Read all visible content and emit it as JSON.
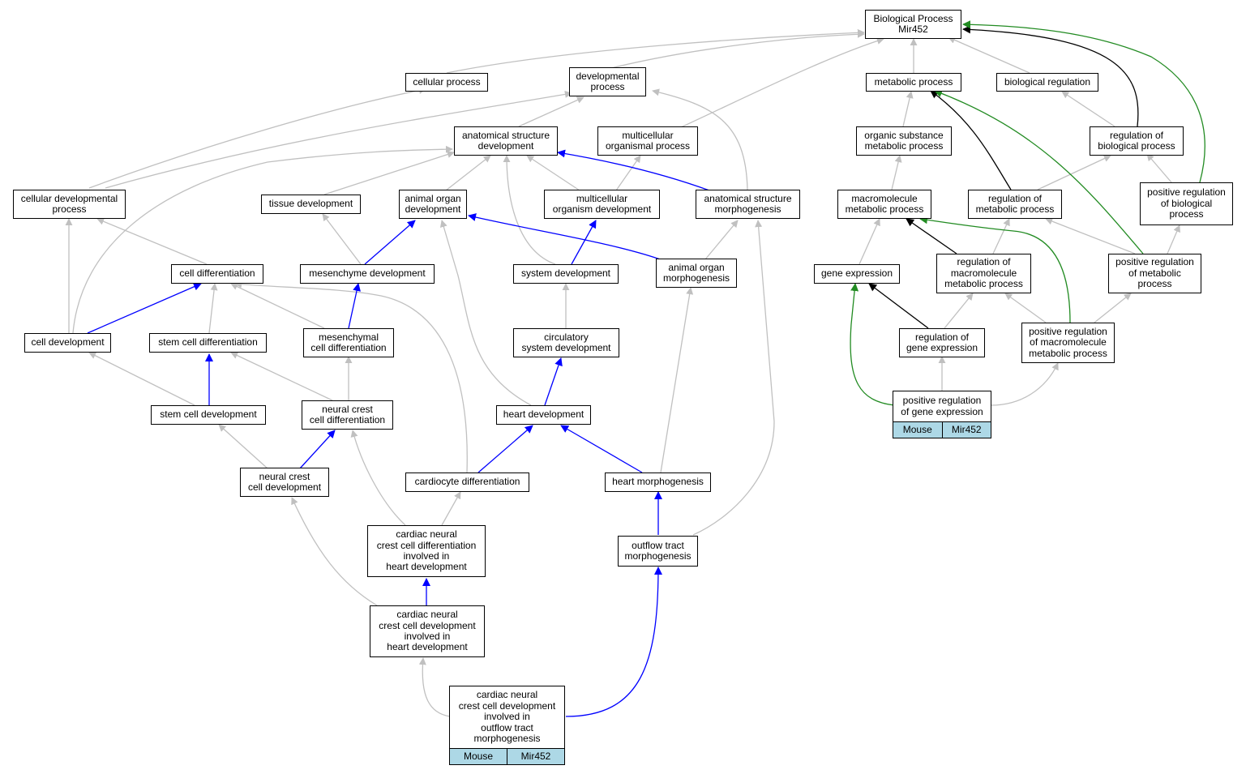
{
  "colors": {
    "is_a": "#c0c0c0",
    "part_of": "#0000ff",
    "regulates": "#000000",
    "positively_regulates": "#228b22"
  },
  "nodes": [
    {
      "id": "bp",
      "lines": [
        "Biological Process",
        "Mir452"
      ]
    },
    {
      "id": "cp",
      "lines": [
        "cellular process"
      ]
    },
    {
      "id": "dp",
      "lines": [
        "developmental",
        "process"
      ]
    },
    {
      "id": "mp",
      "lines": [
        "metabolic process"
      ]
    },
    {
      "id": "br",
      "lines": [
        "biological regulation"
      ]
    },
    {
      "id": "asd",
      "lines": [
        "anatomical structure",
        "development"
      ]
    },
    {
      "id": "mop",
      "lines": [
        "multicellular",
        "organismal process"
      ]
    },
    {
      "id": "osmp",
      "lines": [
        "organic substance",
        "metabolic process"
      ]
    },
    {
      "id": "rbp",
      "lines": [
        "regulation of",
        "biological process"
      ]
    },
    {
      "id": "cdp",
      "lines": [
        "cellular developmental",
        "process"
      ]
    },
    {
      "id": "td",
      "lines": [
        "tissue development"
      ]
    },
    {
      "id": "aod",
      "lines": [
        "animal organ",
        "development"
      ]
    },
    {
      "id": "mod",
      "lines": [
        "multicellular",
        "organism development"
      ]
    },
    {
      "id": "asm",
      "lines": [
        "anatomical structure",
        "morphogenesis"
      ]
    },
    {
      "id": "mmp",
      "lines": [
        "macromolecule",
        "metabolic process"
      ]
    },
    {
      "id": "rmp",
      "lines": [
        "regulation of",
        "metabolic process"
      ]
    },
    {
      "id": "prbp",
      "lines": [
        "positive regulation",
        "of biological",
        "process"
      ]
    },
    {
      "id": "cdiff",
      "lines": [
        "cell differentiation"
      ]
    },
    {
      "id": "mesd",
      "lines": [
        "mesenchyme development"
      ]
    },
    {
      "id": "sd",
      "lines": [
        "system development"
      ]
    },
    {
      "id": "aom",
      "lines": [
        "animal organ",
        "morphogenesis"
      ]
    },
    {
      "id": "ge",
      "lines": [
        "gene expression"
      ]
    },
    {
      "id": "rmmp",
      "lines": [
        "regulation of",
        "macromolecule",
        "metabolic process"
      ]
    },
    {
      "id": "prmp",
      "lines": [
        "positive regulation",
        "of metabolic",
        "process"
      ]
    },
    {
      "id": "cdev",
      "lines": [
        "cell development"
      ]
    },
    {
      "id": "scdiff",
      "lines": [
        "stem cell differentiation"
      ]
    },
    {
      "id": "mcd",
      "lines": [
        "mesenchymal",
        "cell differentiation"
      ]
    },
    {
      "id": "csd",
      "lines": [
        "circulatory",
        "system development"
      ]
    },
    {
      "id": "rge",
      "lines": [
        "regulation of",
        "gene expression"
      ]
    },
    {
      "id": "prmmp",
      "lines": [
        "positive regulation",
        "of macromolecule",
        "metabolic process"
      ]
    },
    {
      "id": "scdev",
      "lines": [
        "stem cell development"
      ]
    },
    {
      "id": "nccdiff",
      "lines": [
        "neural crest",
        "cell differentiation"
      ]
    },
    {
      "id": "hd",
      "lines": [
        "heart development"
      ]
    },
    {
      "id": "prge",
      "lines": [
        "positive regulation",
        "of gene expression"
      ],
      "table": [
        "Mouse",
        "Mir452"
      ]
    },
    {
      "id": "nccdev",
      "lines": [
        "neural crest",
        "cell development"
      ]
    },
    {
      "id": "cardiod",
      "lines": [
        "cardiocyte differentiation"
      ]
    },
    {
      "id": "hm",
      "lines": [
        "heart morphogenesis"
      ]
    },
    {
      "id": "cncdiff",
      "lines": [
        "cardiac neural",
        "crest cell differentiation",
        "involved in",
        "heart development"
      ]
    },
    {
      "id": "otm",
      "lines": [
        "outflow tract",
        "morphogenesis"
      ]
    },
    {
      "id": "cncdev",
      "lines": [
        "cardiac neural",
        "crest cell development",
        "involved in",
        "heart development"
      ]
    },
    {
      "id": "cncot",
      "lines": [
        "cardiac neural",
        "crest cell development",
        "involved in",
        "outflow tract",
        "morphogenesis"
      ],
      "table": [
        "Mouse",
        "Mir452"
      ]
    }
  ]
}
